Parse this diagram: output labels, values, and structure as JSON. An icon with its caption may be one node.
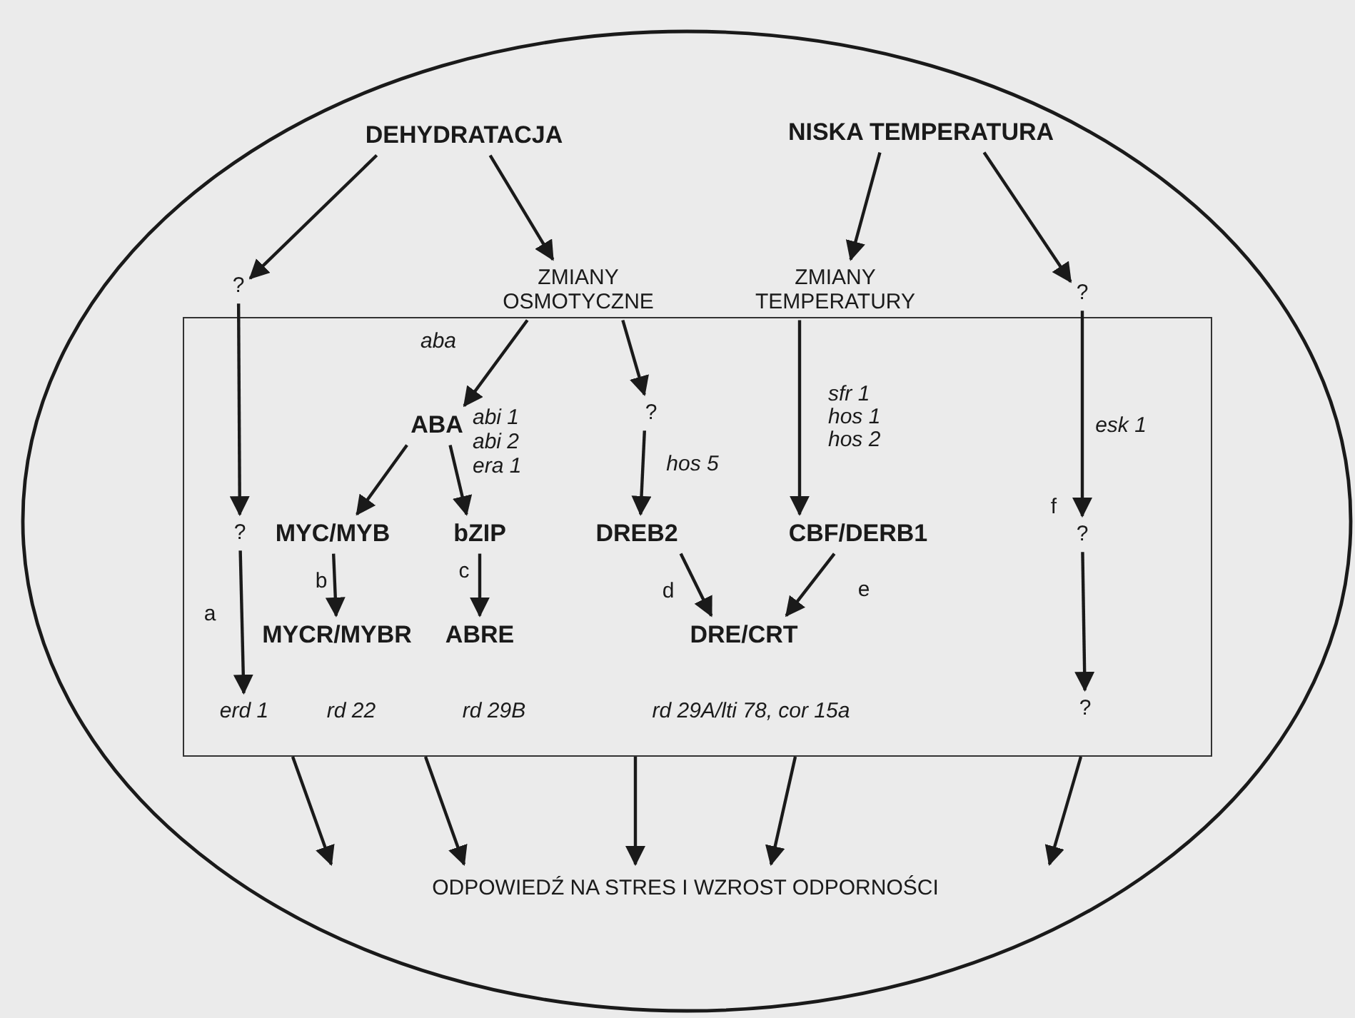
{
  "diagram": {
    "nodes": [
      {
        "text": [],
        "shape": "circle"
      },
      {
        "text": [],
        "shape": "box",
        "in": 0
      },
      {
        "text": [
          "DEHYDRATACJA"
        ],
        "in": 0
      },
      {
        "text": [
          "NISKA TEMPERATURA"
        ],
        "in": 0
      },
      {
        "text": [
          "?"
        ],
        "in": 0
      },
      {
        "text": [
          "ZMIANY OSMOTYCZNE"
        ],
        "in": 0
      },
      {
        "text": [
          "ZMIANY TEMPERATURY"
        ],
        "in": 0
      },
      {
        "text": [
          "?"
        ],
        "in": 0
      },
      {
        "text": [
          "ABA"
        ],
        "in": 1,
        "beside": [
          "abi 1",
          "abi 2",
          "era 1"
        ]
      },
      {
        "text": [
          "?"
        ],
        "in": 1
      },
      {
        "text": [
          "?"
        ],
        "in": 1
      },
      {
        "text": [
          "MYC/MYB"
        ],
        "in": 1
      },
      {
        "text": [
          "bZIP"
        ],
        "in": 1
      },
      {
        "text": [
          "DREB2"
        ],
        "in": 1
      },
      {
        "text": [
          "CBF/DERB1"
        ],
        "in": 1
      },
      {
        "text": [
          "?"
        ],
        "in": 1
      },
      {
        "text": [
          "MYCR/MYBR"
        ],
        "in": 1
      },
      {
        "text": [
          "ABRE"
        ],
        "in": 1
      },
      {
        "text": [
          "DRE/CRT"
        ],
        "in": 1
      },
      {
        "text": [
          "?"
        ],
        "in": 1
      },
      {
        "text": [
          "erd 1"
        ],
        "in": 1
      },
      {
        "text": [
          "rd 22"
        ],
        "in": 1
      },
      {
        "text": [
          "rd 29B"
        ],
        "in": 1
      },
      {
        "text": [
          "rd 29A/lti 78, cor 15a"
        ],
        "in": 1
      },
      {
        "text": [
          "ODPOWIEDŹ NA STRES I WZROST ODPORNOŚCI"
        ],
        "in": 0
      }
    ],
    "edges": [
      {
        "from": 2,
        "to": 4,
        "arrow": "to"
      },
      {
        "from": 2,
        "to": 5,
        "arrow": "to"
      },
      {
        "from": 3,
        "to": 6,
        "arrow": "to"
      },
      {
        "from": 3,
        "to": 7,
        "arrow": "to"
      },
      {
        "from": 5,
        "to": 8,
        "arrow": "to",
        "label": "aba"
      },
      {
        "from": 5,
        "to": 9,
        "arrow": "to"
      },
      {
        "from": 4,
        "to": 10,
        "arrow": "to"
      },
      {
        "from": 8,
        "to": 11,
        "arrow": "to"
      },
      {
        "from": 8,
        "to": 12,
        "arrow": "to"
      },
      {
        "from": 9,
        "to": 13,
        "arrow": "to",
        "label": "hos 5"
      },
      {
        "from": 6,
        "to": 14,
        "arrow": "to",
        "label": "sfr 1 hos 1 hos 2"
      },
      {
        "from": 7,
        "to": 15,
        "arrow": "to",
        "label": "esk 1"
      },
      {
        "from": 10,
        "to": 20,
        "arrow": "to",
        "label": "a"
      },
      {
        "from": 11,
        "to": 16,
        "arrow": "to",
        "label": "b"
      },
      {
        "from": 12,
        "to": 17,
        "arrow": "to",
        "label": "c"
      },
      {
        "from": 13,
        "to": 18,
        "arrow": "to",
        "label": "d"
      },
      {
        "from": 14,
        "to": 18,
        "arrow": "to",
        "label": "e"
      },
      {
        "from": 15,
        "to": 19,
        "arrow": "to"
      },
      {
        "from": 1,
        "to": 24,
        "arrow": "to"
      },
      {
        "from": 1,
        "to": 24,
        "arrow": "to"
      },
      {
        "from": 1,
        "to": 24,
        "arrow": "to"
      },
      {
        "from": 1,
        "to": 24,
        "arrow": "to"
      },
      {
        "from": 1,
        "to": 24,
        "arrow": "to"
      }
    ],
    "labels": [
      "f"
    ]
  }
}
